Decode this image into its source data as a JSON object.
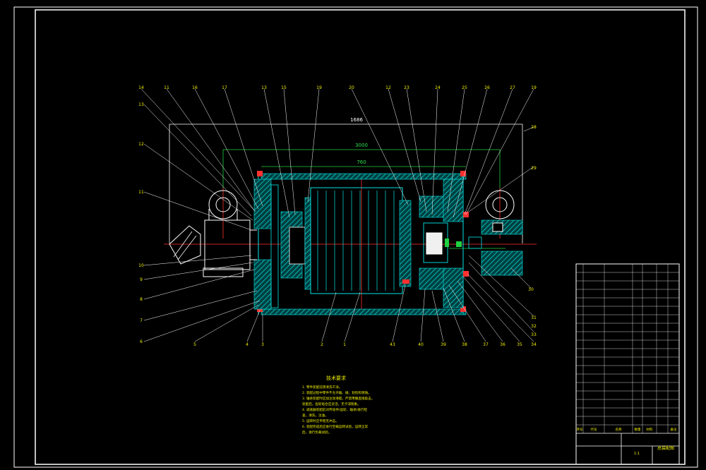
{
  "dimensions": {
    "overall_length": "1686",
    "inner_span": "3000",
    "drum_span": "760"
  },
  "balloons_top": [
    "14",
    "11",
    "16",
    "17",
    "13",
    "15",
    "19",
    "20",
    "12",
    "23",
    "24",
    "25",
    "26",
    "27",
    "19"
  ],
  "balloons_left": [
    "13",
    "12",
    "11",
    "10",
    "9",
    "8",
    "7",
    "6"
  ],
  "balloons_bottom": [
    "5",
    "4",
    "3",
    "2",
    "1",
    "43",
    "40",
    "39",
    "38",
    "37",
    "36",
    "35",
    "34",
    "33"
  ],
  "balloons_right": [
    "28",
    "29",
    "30",
    "31",
    "32"
  ],
  "notes": {
    "title": "技术要求",
    "lines": [
      "1. 零件装配前须清洗干净。",
      "2. 装配过程中零件不允许磕、碰、划伤和锈蚀。",
      "3. 轴承装配时应加注润滑脂，严禁用锤直接敲击。",
      "   装配后，齿轮啮合应灵活，无卡滞现象。",
      "4. 减速器装配前对传动件(齿轮、轴承)进行检",
      "   查，清洗，注油。",
      "5. 运转时应平稳无冲击。",
      "6. 装配完成后应进行空载运转试验，运转正常",
      "   后，进行负载试验。"
    ]
  },
  "title_block": {
    "drawing_name": "总装配图",
    "header_labels": [
      "序号",
      "代号",
      "名称",
      "数量",
      "材料",
      "备注"
    ],
    "scale": "1:1"
  },
  "colors": {
    "background": "#000000",
    "outline": "#ffffff",
    "part": "#00e5e5",
    "centerline": "#ff3030",
    "dimension": "#20d040"
  }
}
